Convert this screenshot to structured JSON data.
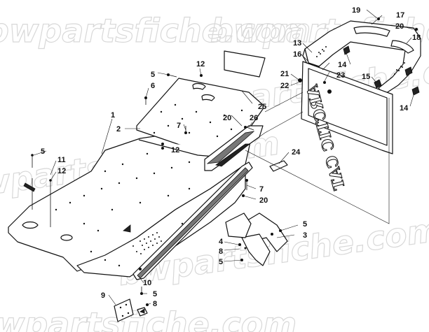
{
  "watermark": {
    "text": "bwpartsfiche.com"
  },
  "emblem_text": "ARCTIC CAT",
  "callouts": [
    "1",
    "2",
    "3",
    "4",
    "5",
    "5",
    "5",
    "5",
    "5",
    "6",
    "7",
    "7",
    "8",
    "8",
    "9",
    "10",
    "11",
    "12",
    "12",
    "12",
    "13",
    "14",
    "14",
    "15",
    "16",
    "17",
    "18",
    "19",
    "20",
    "20",
    "20",
    "21",
    "22",
    "23",
    "24",
    "25",
    "26"
  ]
}
